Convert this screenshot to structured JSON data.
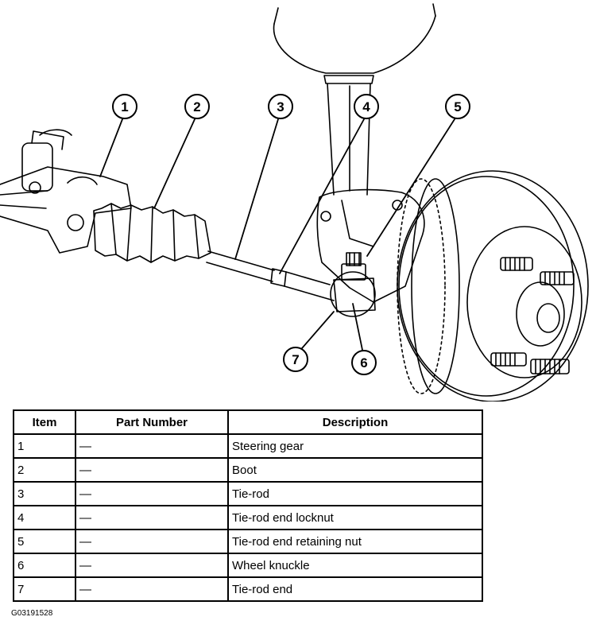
{
  "callouts": [
    "1",
    "2",
    "3",
    "4",
    "5",
    "6",
    "7"
  ],
  "table": {
    "headers": [
      "Item",
      "Part Number",
      "Description"
    ],
    "rows": [
      [
        "1",
        "—",
        "Steering gear"
      ],
      [
        "2",
        "—",
        "Boot"
      ],
      [
        "3",
        "—",
        "Tie-rod"
      ],
      [
        "4",
        "—",
        "Tie-rod end locknut"
      ],
      [
        "5",
        "—",
        "Tie-rod end retaining nut"
      ],
      [
        "6",
        "—",
        "Wheel knuckle"
      ],
      [
        "7",
        "—",
        "Tie-rod end"
      ]
    ]
  },
  "figure_id": "G03191528"
}
